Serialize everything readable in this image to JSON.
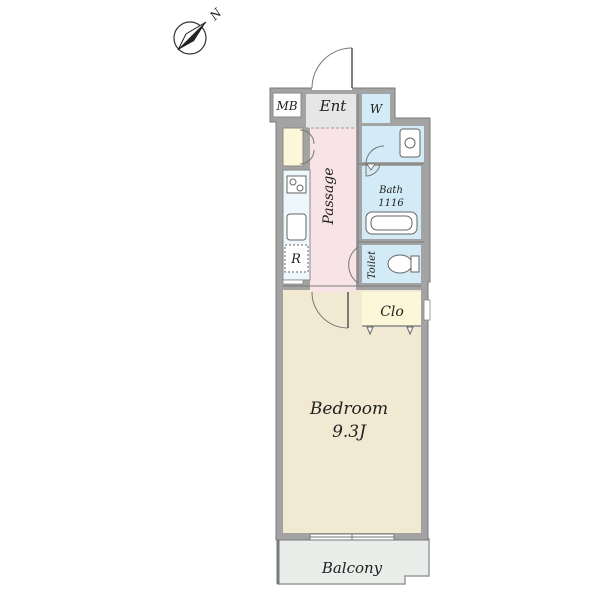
{
  "compass": {
    "north_label": "N",
    "north_direction": "north-east"
  },
  "rooms": {
    "meter_box": {
      "label": "MB"
    },
    "entrance": {
      "label": "Ent"
    },
    "washer": {
      "label": "W"
    },
    "passage": {
      "label": "Passage"
    },
    "bath": {
      "label": "Bath",
      "size": "1116"
    },
    "toilet": {
      "label": "Toilet"
    },
    "refrigerator": {
      "label": "R"
    },
    "closet": {
      "label": "Clo"
    },
    "bedroom": {
      "label": "Bedroom",
      "size": "9.3J"
    },
    "balcony": {
      "label": "Balcony"
    }
  },
  "colors": {
    "wall": "#a3a3a3",
    "wall_edge": "#7a7a7a",
    "bedroom": "#f1e9d2",
    "closet": "#fbf7d8",
    "passage": "#f8e3e6",
    "wet_area": "#d3ebf6",
    "entrance": "#e6e6e6",
    "balcony": "#eaeeea",
    "kitchen": "#eef7fb",
    "fixture_line": "#666666"
  }
}
